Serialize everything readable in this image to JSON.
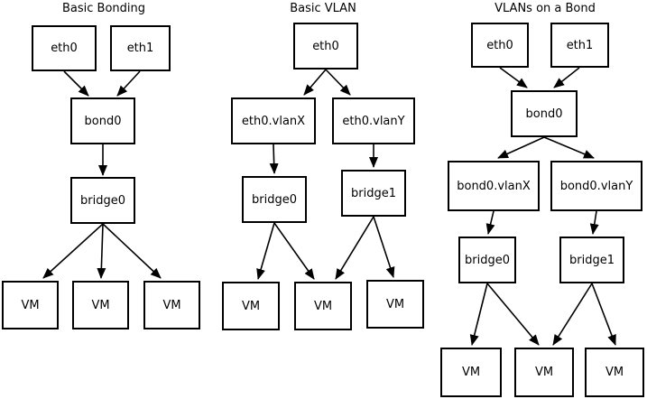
{
  "colors": {
    "stroke": "#000000",
    "background": "#ffffff"
  },
  "diagrams": {
    "bonding": {
      "title": "Basic Bonding",
      "nodes": {
        "eth0": "eth0",
        "eth1": "eth1",
        "bond0": "bond0",
        "bridge0": "bridge0",
        "vm1": "VM",
        "vm2": "VM",
        "vm3": "VM"
      },
      "edges": [
        {
          "from": "eth0",
          "to": "bond0"
        },
        {
          "from": "eth1",
          "to": "bond0"
        },
        {
          "from": "bond0",
          "to": "bridge0"
        },
        {
          "from": "bridge0",
          "to": "vm1"
        },
        {
          "from": "bridge0",
          "to": "vm2"
        },
        {
          "from": "bridge0",
          "to": "vm3"
        }
      ]
    },
    "vlan": {
      "title": "Basic VLAN",
      "nodes": {
        "eth0": "eth0",
        "vlanX": "eth0.vlanX",
        "vlanY": "eth0.vlanY",
        "bridge0": "bridge0",
        "bridge1": "bridge1",
        "vm1": "VM",
        "vm2": "VM",
        "vm3": "VM"
      },
      "edges": [
        {
          "from": "eth0",
          "to": "eth0.vlanX"
        },
        {
          "from": "eth0",
          "to": "eth0.vlanY"
        },
        {
          "from": "eth0.vlanX",
          "to": "bridge0"
        },
        {
          "from": "eth0.vlanY",
          "to": "bridge1"
        },
        {
          "from": "bridge0",
          "to": "vm1"
        },
        {
          "from": "bridge0",
          "to": "vm2"
        },
        {
          "from": "bridge1",
          "to": "vm2"
        },
        {
          "from": "bridge1",
          "to": "vm3"
        }
      ]
    },
    "vlans_on_bond": {
      "title": "VLANs on a Bond",
      "nodes": {
        "eth0": "eth0",
        "eth1": "eth1",
        "bond0": "bond0",
        "vlanX": "bond0.vlanX",
        "vlanY": "bond0.vlanY",
        "bridge0": "bridge0",
        "bridge1": "bridge1",
        "vm1": "VM",
        "vm2": "VM",
        "vm3": "VM"
      },
      "edges": [
        {
          "from": "eth0",
          "to": "bond0"
        },
        {
          "from": "eth1",
          "to": "bond0"
        },
        {
          "from": "bond0",
          "to": "bond0.vlanX"
        },
        {
          "from": "bond0",
          "to": "bond0.vlanY"
        },
        {
          "from": "bond0.vlanX",
          "to": "bridge0"
        },
        {
          "from": "bond0.vlanY",
          "to": "bridge1"
        },
        {
          "from": "bridge0",
          "to": "vm1"
        },
        {
          "from": "bridge0",
          "to": "vm2"
        },
        {
          "from": "bridge1",
          "to": "vm2"
        },
        {
          "from": "bridge1",
          "to": "vm3"
        }
      ]
    }
  }
}
